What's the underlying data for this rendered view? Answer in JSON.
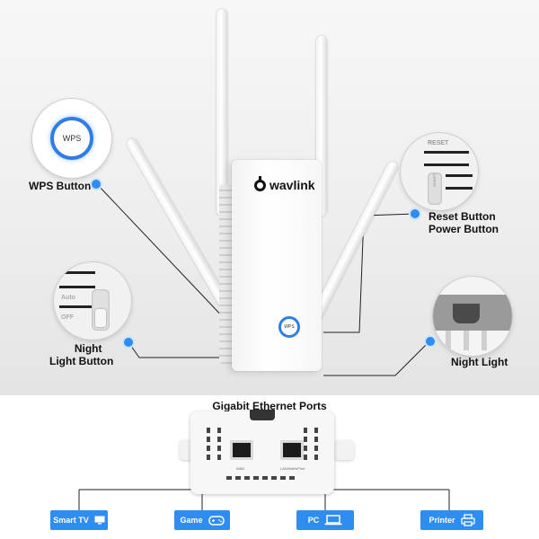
{
  "top_labels": {
    "wps": "WPS Button",
    "wps_zoom": "WPS",
    "router_wps": "WPS",
    "reset_line1": "Reset Button",
    "reset_line2": "Power Button",
    "reset_zoom_text": "RESET",
    "reset_zoom_switch": "ON/OFF",
    "night_light_button_line1": "Night",
    "night_light_button_line2": "Light Button",
    "auto_text": "Auto",
    "off_text": "OFF",
    "night_light": "Night Light"
  },
  "brand": "wavlink",
  "bottom": {
    "title": "Gigabit Ethernet Ports",
    "port_left_label": "WAN",
    "port_right_label": "LAN/WAN/Print",
    "targets": [
      {
        "label": "Smart TV",
        "icon": "tv-icon"
      },
      {
        "label": "Game",
        "icon": "gamepad-icon"
      },
      {
        "label": "PC",
        "icon": "laptop-icon"
      },
      {
        "label": "Printer",
        "icon": "printer-icon"
      }
    ]
  },
  "colors": {
    "accent": "#2f8cf0",
    "ring": "#2f7ee6",
    "text": "#111111"
  }
}
